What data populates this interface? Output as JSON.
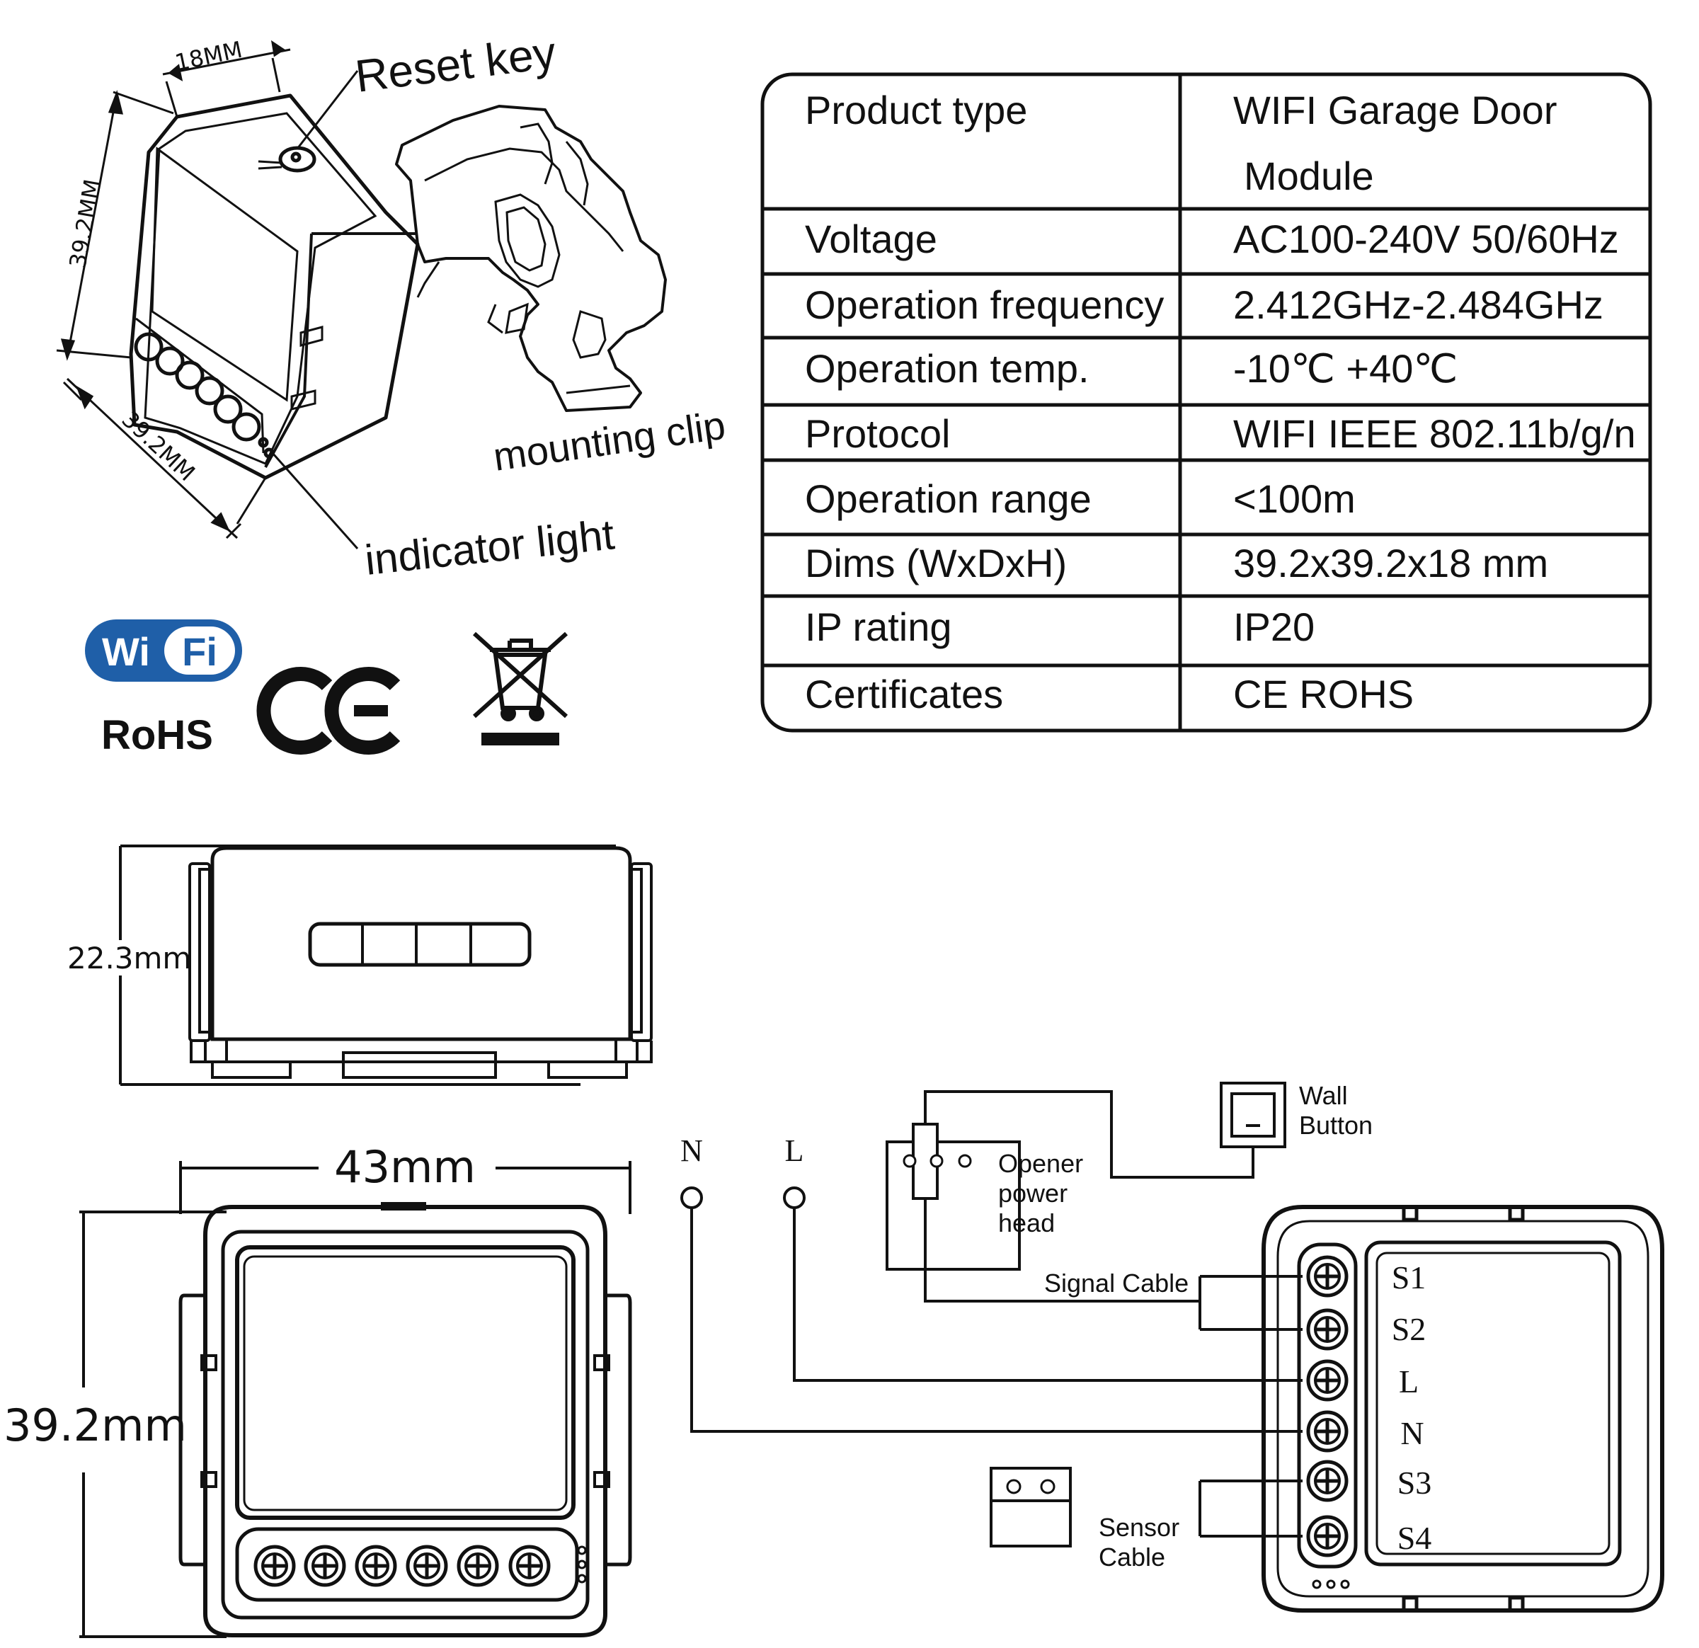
{
  "callouts": {
    "reset_key": "Reset key",
    "mounting_clip": "mounting clip",
    "indicator_light": "indicator light"
  },
  "dimensions": {
    "depth_iso": "18MM",
    "height_iso": "39.2MM",
    "width_iso": "39.2MM",
    "side_height": "22.3mm",
    "front_width": "43mm",
    "front_height": "39.2mm"
  },
  "badges": {
    "wifi_left": "Wi",
    "wifi_right": "Fi",
    "rohs": "RoHS",
    "ce": "CE"
  },
  "spec_table": {
    "rows": [
      {
        "label": "Product type",
        "value": "WIFI Garage Door",
        "value2": "Module"
      },
      {
        "label": "Voltage",
        "value": "AC100-240V 50/60Hz"
      },
      {
        "label": "Operation frequency",
        "value": "2.412GHz-2.484GHz"
      },
      {
        "label": "Operation temp.",
        "value": "-10℃ +40℃"
      },
      {
        "label": "Protocol",
        "value": "WIFI IEEE 802.11b/g/n"
      },
      {
        "label": "Operation range",
        "value": "<100m"
      },
      {
        "label": "Dims (WxDxH)",
        "value": "39.2x39.2x18 mm"
      },
      {
        "label": "IP rating",
        "value": "IP20"
      },
      {
        "label": "Certificates",
        "value": "CE ROHS"
      }
    ]
  },
  "wiring": {
    "n_label": "N",
    "l_label": "L",
    "opener": [
      "Opener",
      "power",
      "head"
    ],
    "wall_button": [
      "Wall",
      "Button"
    ],
    "signal_cable": "Signal Cable",
    "sensor_cable": [
      "Sensor",
      "Cable"
    ],
    "terminals": [
      "S1",
      "S2",
      "L",
      "N",
      "S3",
      "S4"
    ]
  }
}
